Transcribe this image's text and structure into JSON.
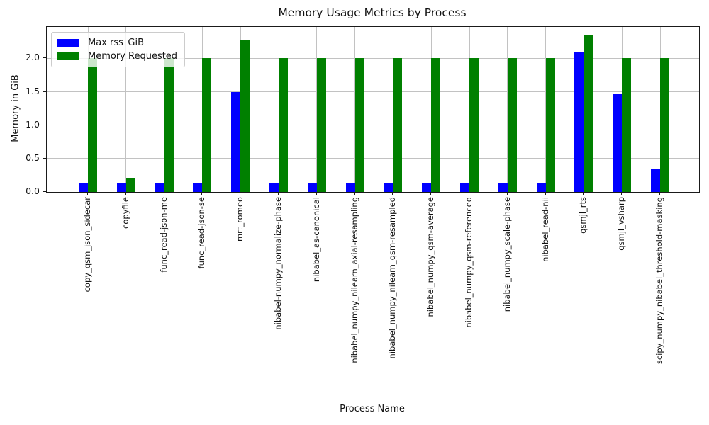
{
  "chart_data": {
    "type": "bar",
    "title": "Memory Usage Metrics by Process",
    "xlabel": "Process Name",
    "ylabel": "Memory in GiB",
    "ylim": [
      0,
      2.47
    ],
    "yticks": [
      0.0,
      0.5,
      1.0,
      1.5,
      2.0
    ],
    "grid": true,
    "legend_position": "upper left",
    "categories": [
      "copy_qsm_json_sidecar",
      "copyfile",
      "func_read-json-me",
      "func_read-json-se",
      "mrt_romeo",
      "nibabel-numpy_normalize-phase",
      "nibabel_as-canonical",
      "nibabel_numpy_nilearn_axial-resampling",
      "nibabel_numpy_nilearn_qsm-resampled",
      "nibabel_numpy_qsm-average",
      "nibabel_numpy_qsm-referenced",
      "nibabel_numpy_scale-phase",
      "nibabel_read-nii",
      "qsmjl_rts",
      "qsmjl_vsharp",
      "scipy_numpy_nibabel_threshold-masking"
    ],
    "series": [
      {
        "name": "Max rss_GiB",
        "color": "#0000ff",
        "values": [
          0.14,
          0.14,
          0.13,
          0.13,
          1.49,
          0.14,
          0.14,
          0.14,
          0.14,
          0.14,
          0.14,
          0.14,
          0.14,
          2.1,
          1.47,
          0.34
        ]
      },
      {
        "name": "Memory Requested",
        "color": "#008000",
        "values": [
          2.0,
          0.21,
          2.0,
          2.0,
          2.27,
          2.0,
          2.0,
          2.0,
          2.0,
          2.0,
          2.0,
          2.0,
          2.0,
          2.35,
          2.0,
          2.0
        ]
      }
    ]
  },
  "colors": {
    "grid": "#c2c2c2",
    "spine": "#1a1a1a",
    "bar_blue": "#0000ff",
    "bar_green": "#008000",
    "legend_border": "#cccccc"
  }
}
